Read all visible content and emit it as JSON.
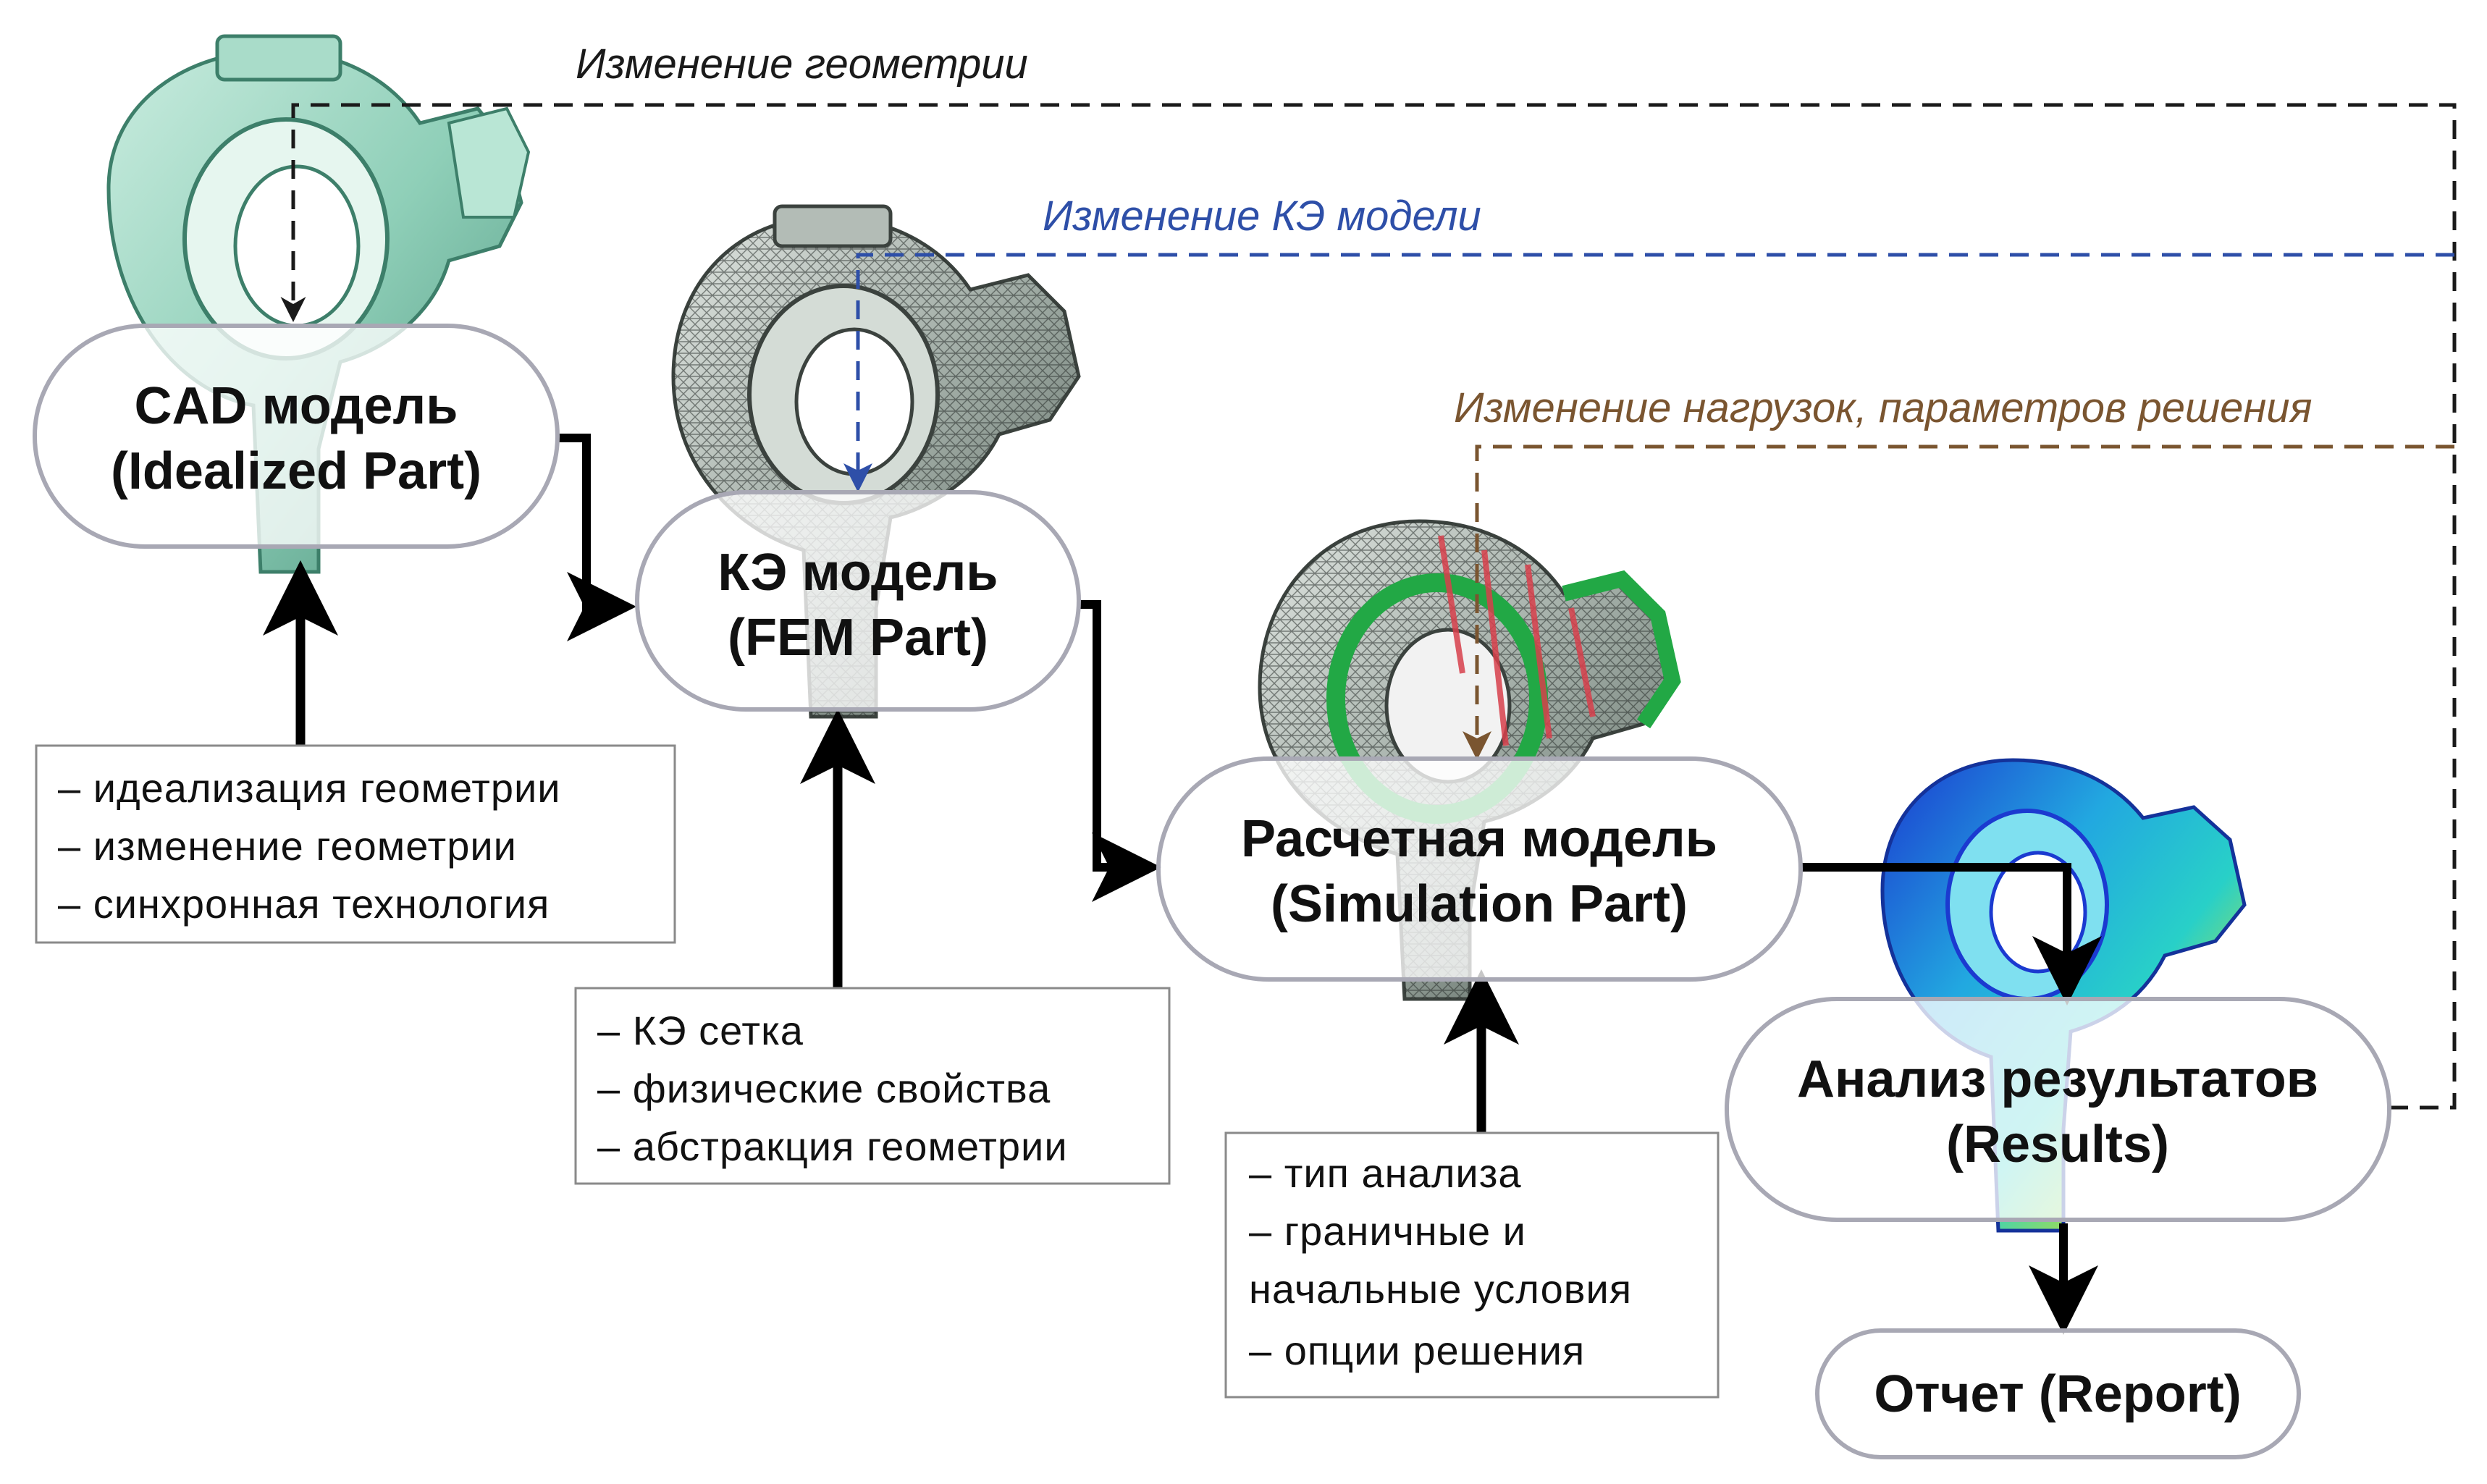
{
  "colors": {
    "geometry_loop": "#1a1a1a",
    "fem_loop": "#2e4fa8",
    "loads_loop": "#7a5530",
    "flow_arrow": "#000000",
    "pill_border": "#a8a8b4",
    "cad_part": "#8fcfb8",
    "mesh_part": "#9aa69f",
    "sim_constraint": "#22a845",
    "sim_load": "#d8404c"
  },
  "loops": {
    "geometry": "Изменение геометрии",
    "fem": "Изменение КЭ модели",
    "loads": "Изменение нагрузок, параметров решения"
  },
  "nodes": {
    "cad": {
      "line1": "CAD модель",
      "line2": "(Idealized Part)"
    },
    "fem": {
      "line1": "КЭ модель",
      "line2": "(FEM Part)"
    },
    "sim": {
      "line1": "Расчетная модель",
      "line2": "(Simulation Part)"
    },
    "results": {
      "line1": "Анализ результатов",
      "line2": "(Results)"
    },
    "report": {
      "line1": "Отчет (Report)"
    }
  },
  "notes": {
    "cad": [
      "– идеализация геометрии",
      "– изменение геометрии",
      "– синхронная технология"
    ],
    "fem": [
      "– КЭ сетка",
      "– физические свойства",
      "– абстракция геометрии"
    ],
    "sim": [
      "– тип анализа",
      "– граничные и",
      "начальные условия",
      "– опции решения"
    ]
  },
  "images": {
    "cad": "pump-housing-cad-icon",
    "fem": "pump-housing-mesh-icon",
    "sim": "pump-housing-simulation-icon",
    "results": "pump-housing-results-icon"
  }
}
